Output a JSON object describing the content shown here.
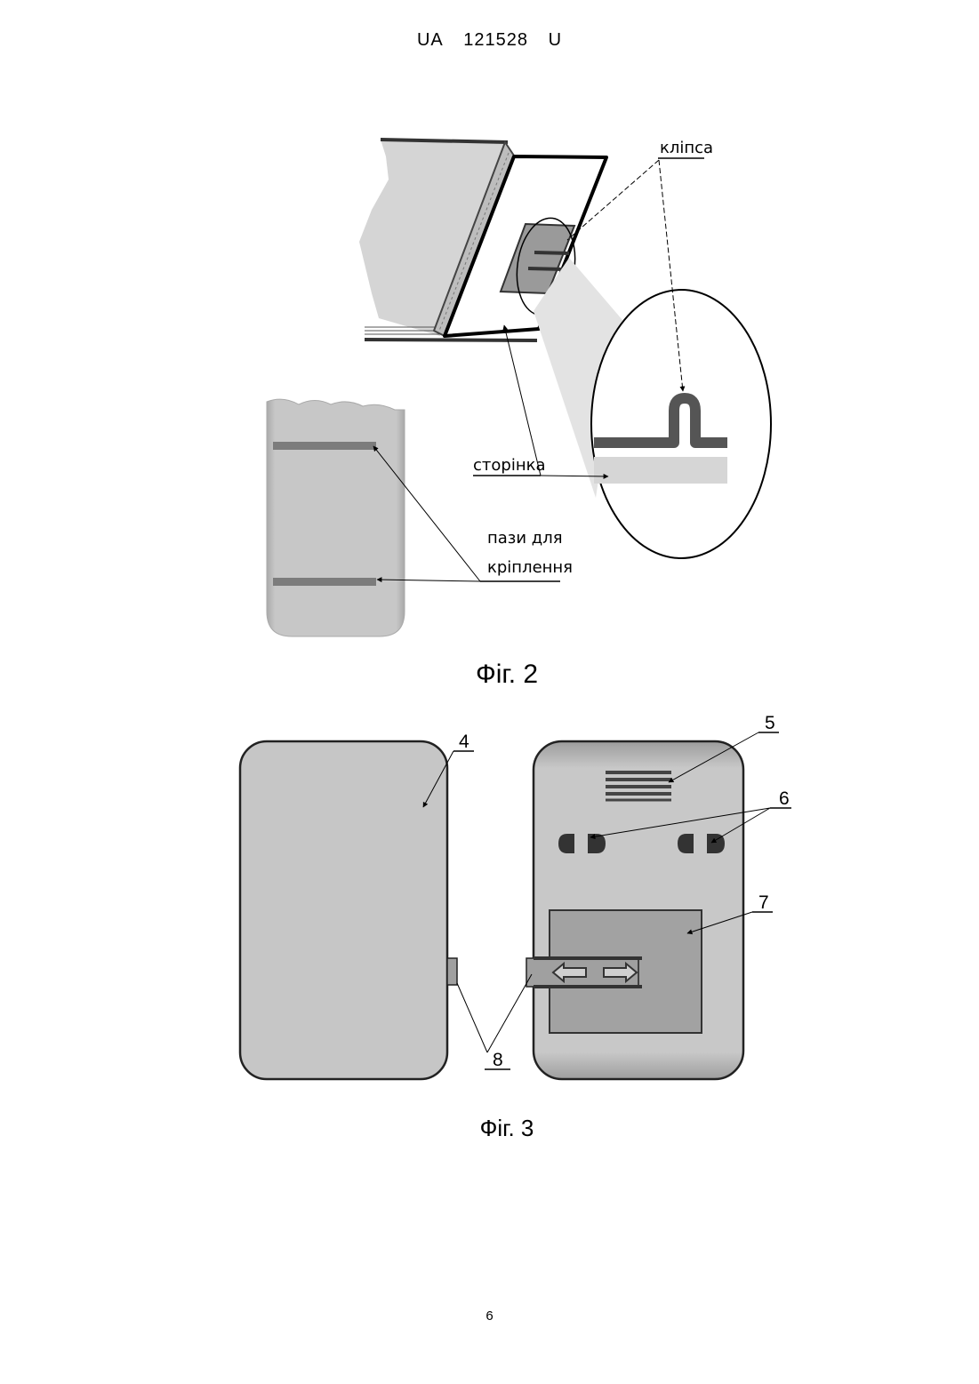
{
  "header": {
    "country": "UA",
    "number": "121528",
    "kind": "U"
  },
  "figure2": {
    "caption": "Фіг. 2",
    "label_clip": "кліпса",
    "label_page": "сторінка",
    "label_slots_line1": "пази для",
    "label_slots_line2": "кріплення"
  },
  "figure3": {
    "caption": "Фіг. 3",
    "ref_4": "4",
    "ref_5": "5",
    "ref_6": "6",
    "ref_7": "7",
    "ref_8": "8"
  },
  "page_number": "6"
}
